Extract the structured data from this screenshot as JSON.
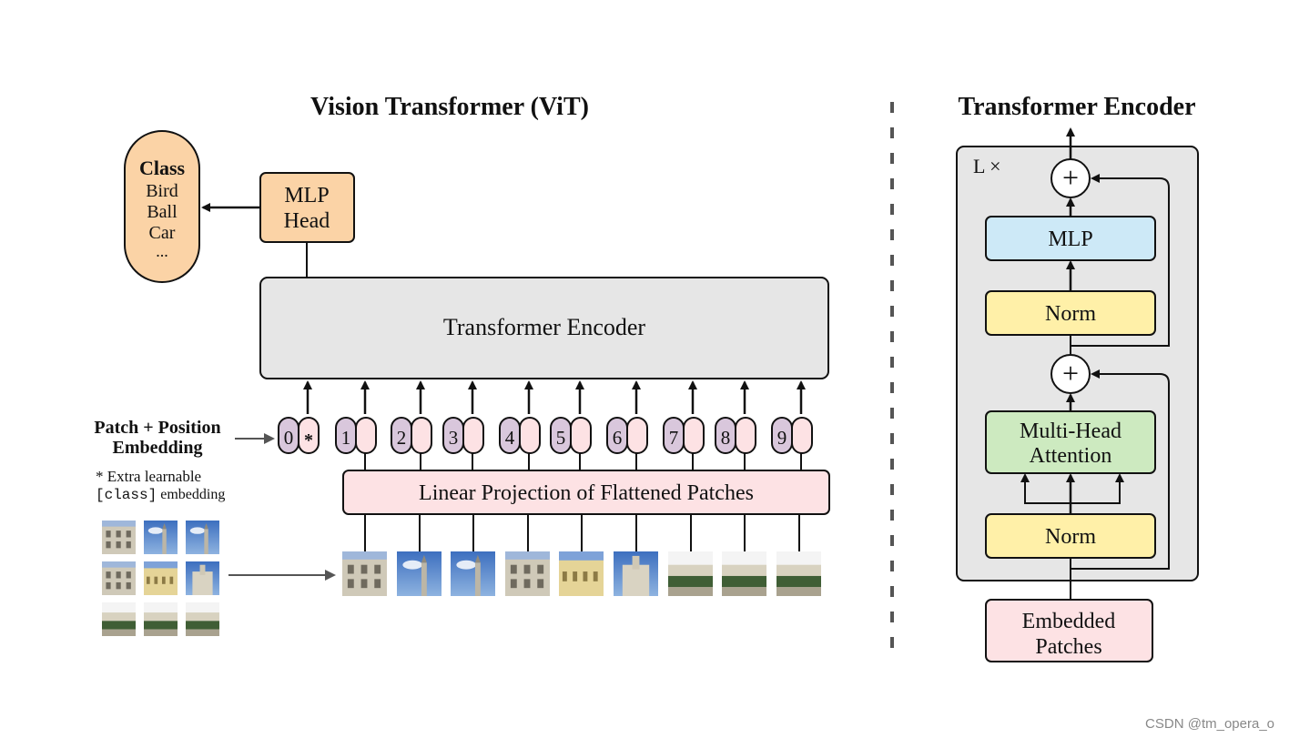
{
  "vit": {
    "title": "Vision Transformer (ViT)",
    "class_box": {
      "heading": "Class",
      "items": [
        "Bird",
        "Ball",
        "Car",
        "..."
      ]
    },
    "mlp_head": [
      "MLP",
      "Head"
    ],
    "encoder_label": "Transformer Encoder",
    "embedding_label": [
      "Patch + Position",
      "Embedding"
    ],
    "extra_note": {
      "star_text": "* Extra learnable",
      "code": "[class]",
      "suffix": " embedding"
    },
    "tokens": [
      "0",
      "1",
      "2",
      "3",
      "4",
      "5",
      "6",
      "7",
      "8",
      "9"
    ],
    "class_token_marker": "*",
    "projection_label": "Linear Projection of Flattened Patches"
  },
  "encoder_detail": {
    "title": "Transformer Encoder",
    "repeat_label": "L ×",
    "plus_symbol": "+",
    "mlp": "MLP",
    "norm_top": "Norm",
    "attention": [
      "Multi-Head",
      "Attention"
    ],
    "norm_bottom": "Norm",
    "input": [
      "Embedded",
      "Patches"
    ]
  },
  "colors": {
    "class_fill": "#fbd3a6",
    "mlp_head_fill": "#fbd3a6",
    "encoder_fill": "#e6e6e6",
    "projection_fill": "#fde2e4",
    "token_position_fill": "#d9c7dc",
    "token_patch_fill": "#fde2e4",
    "mlp_fill": "#cde9f7",
    "norm_fill": "#fff0a8",
    "attention_fill": "#cdeac0",
    "embedded_fill": "#fde2e4",
    "stroke": "#111111"
  },
  "watermark": "CSDN @tm_opera_o"
}
